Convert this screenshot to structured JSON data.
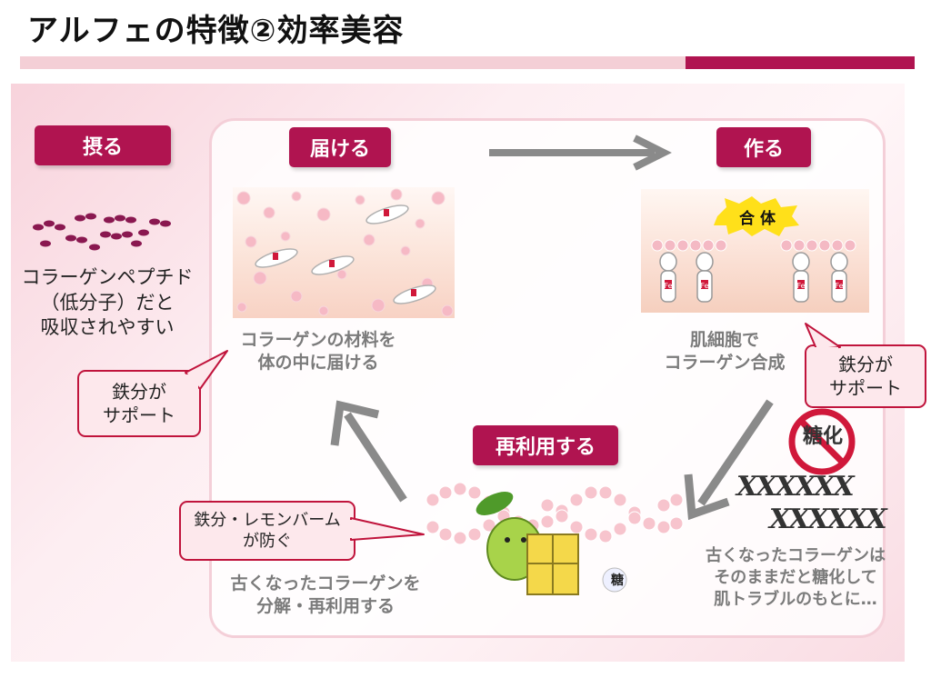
{
  "title": "アルフェの特徴②効率美容",
  "steps": {
    "toru": "摂る",
    "todokeru": "届ける",
    "tsukuru": "作る",
    "sairiyou": "再利用する"
  },
  "toru_text": "コラーゲンペプチド\n（低分子）だと\n吸収されやすい",
  "todokeru_text": "コラーゲンの材料を\n体の中に届ける",
  "tsukuru_text": "肌細胞で\nコラーゲン合成",
  "sairiyou_text": "古くなったコラーゲンを\n分解・再利用する",
  "toka_text": "古くなったコラーゲンは\nそのままだと糖化して\n肌トラブルのもとに…",
  "callouts": {
    "left": "鉄分が\nサポート",
    "right": "鉄分が\nサポート",
    "bottom": "鉄分・レモンバーム\nが防ぐ"
  },
  "gattai_label": "合 体",
  "fe_label": "Fe",
  "toka_sign": "糖化",
  "sugar_label": "糖",
  "helix_text_1": "XXXXXX",
  "helix_text_2": "XXXXXX",
  "colors": {
    "accent": "#b01450",
    "callout_border": "#c0143c",
    "light_pink": "#f4cfd6",
    "arrow": "#8a8a8a"
  }
}
